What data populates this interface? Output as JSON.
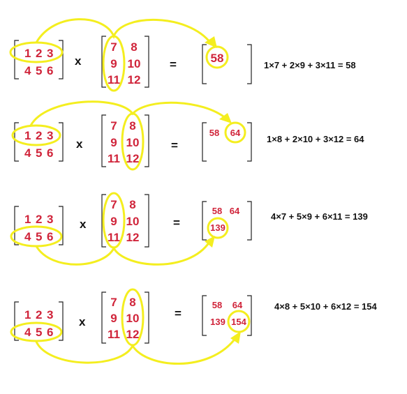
{
  "colors": {
    "number": "#d0243a",
    "highlight": "#f4ee1f",
    "text": "#111111"
  },
  "symbols": {
    "times": "x",
    "equals": "="
  },
  "matrix_a": [
    [
      "1",
      "2",
      "3"
    ],
    [
      "4",
      "5",
      "6"
    ]
  ],
  "matrix_b": [
    [
      "7",
      "8"
    ],
    [
      "9",
      "10"
    ],
    [
      "11",
      "12"
    ]
  ],
  "steps": [
    {
      "result_cells": [
        "58"
      ],
      "equation": "1×7 + 2×9 + 3×11 = 58"
    },
    {
      "result_cells": [
        "58",
        "64"
      ],
      "equation": "1×8 + 2×10 + 3×12 = 64"
    },
    {
      "result_cells": [
        "58",
        "64",
        "139"
      ],
      "equation": "4×7 + 5×9 + 6×11 = 139"
    },
    {
      "result_cells": [
        "58",
        "64",
        "139",
        "154"
      ],
      "equation": "4×8 + 5×10 + 6×12 = 154"
    }
  ]
}
